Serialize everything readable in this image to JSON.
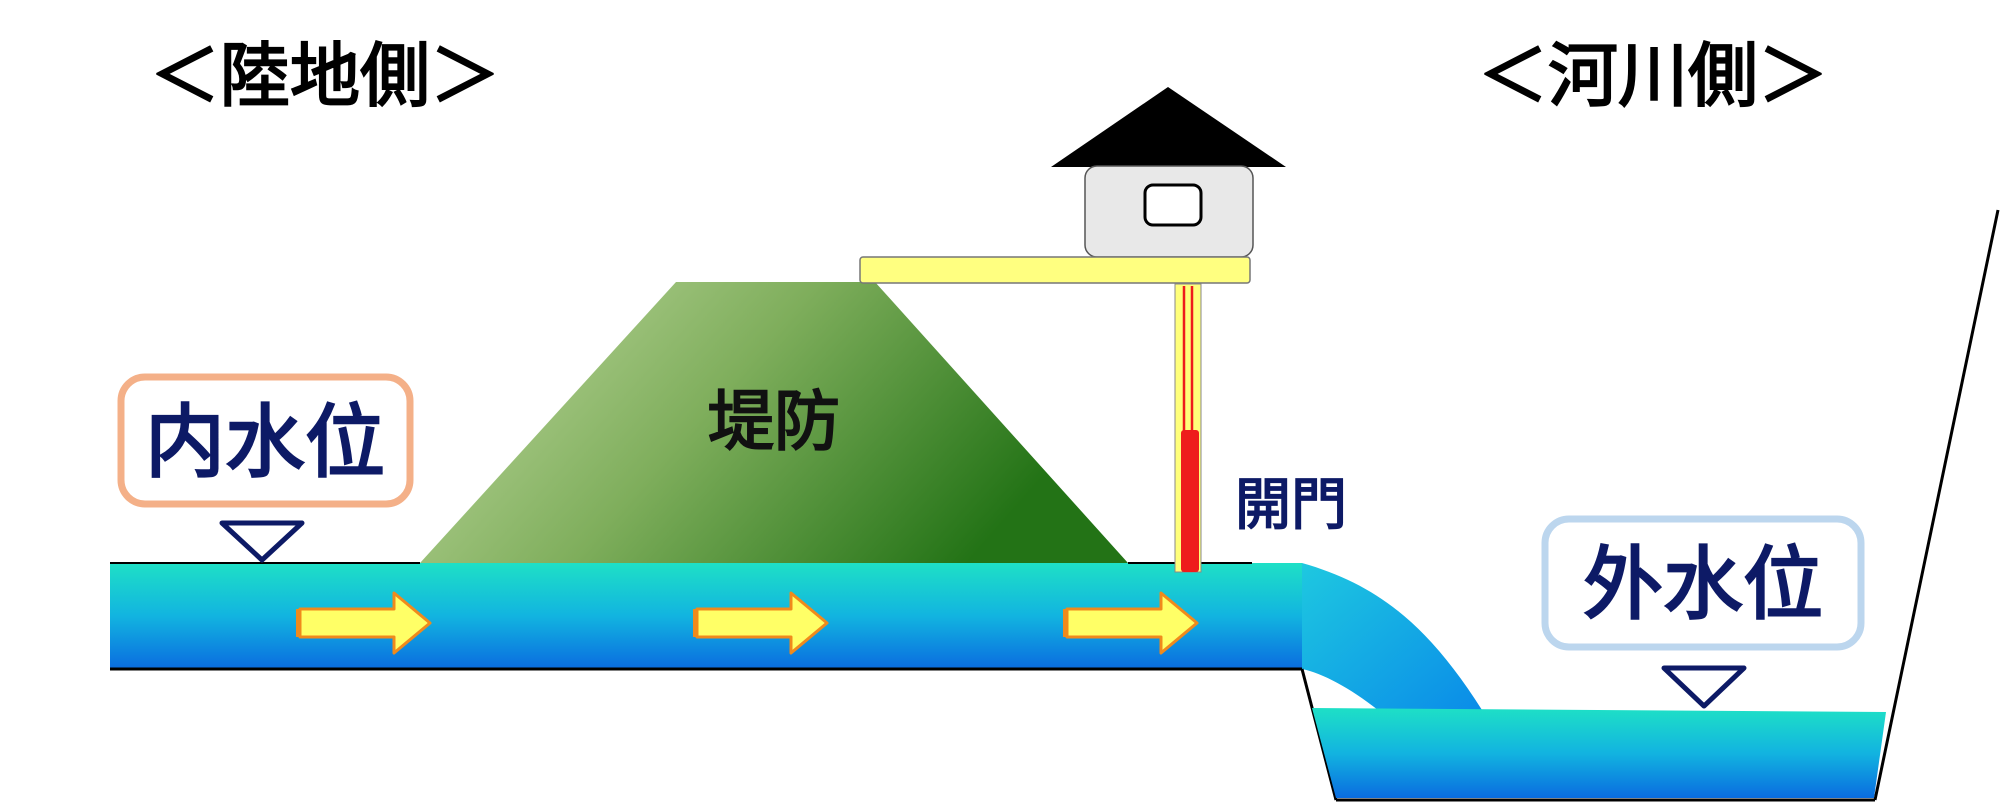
{
  "labels": {
    "land_side": "＜陸地側＞",
    "river_side": "＜河川側＞",
    "levee": "堤防",
    "gate_status": "開門",
    "inner_water_level": "内水位",
    "outer_water_level": "外水位"
  },
  "colors": {
    "water_top": "#1cd9c8",
    "water_bottom": "#0a6fe0",
    "levee_light": "#b7d39a",
    "levee_dark": "#2e7d1e",
    "arrow_fill": "#ffff66",
    "arrow_edge": "#f08a1c",
    "gate_red": "#ee1c1c",
    "gate_yellow": "#ffff7a",
    "inner_box_border": "#f4b088",
    "outer_box_border": "#bcd6ee",
    "label_navy": "#0d1a66"
  }
}
